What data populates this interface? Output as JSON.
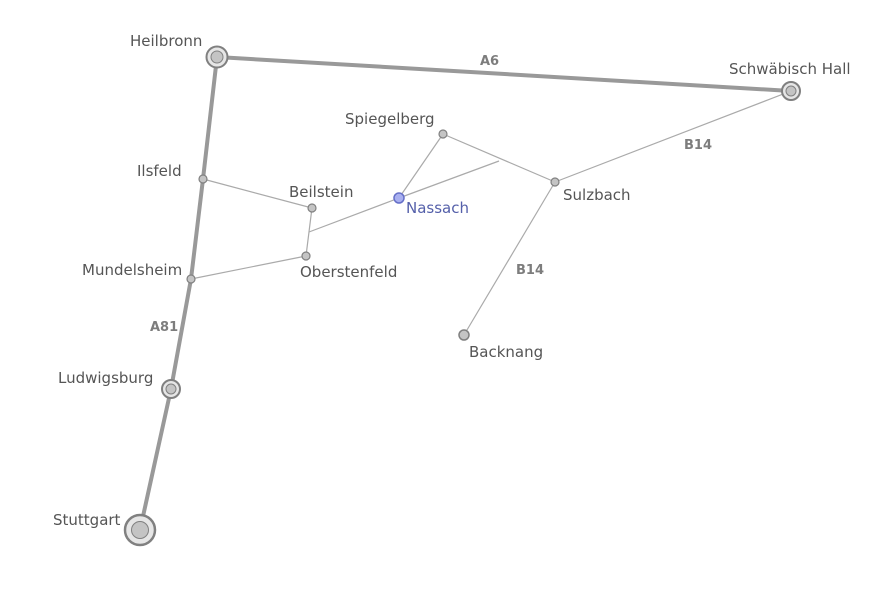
{
  "map": {
    "colors": {
      "road_major": "#999999",
      "road_minor": "#aaaaaa",
      "marker_fill": "#c4c4c4",
      "marker_stroke": "#808080",
      "highlight_fill": "#a9b0f0",
      "highlight_stroke": "#6670c8",
      "label": "#555555",
      "highlight_label": "#5560aa",
      "road_label": "#7d7d7d"
    },
    "cities": {
      "heilbronn": {
        "name": "Heilbronn",
        "size": "large"
      },
      "schwaebisch_hall": {
        "name": "Schwäbisch Hall",
        "size": "medium"
      },
      "spiegelberg": {
        "name": "Spiegelberg",
        "size": "small"
      },
      "ilsfeld": {
        "name": "Ilsfeld",
        "size": "small"
      },
      "beilstein": {
        "name": "Beilstein",
        "size": "small"
      },
      "nassach": {
        "name": "Nassach",
        "size": "small",
        "highlighted": true
      },
      "sulzbach": {
        "name": "Sulzbach",
        "size": "small"
      },
      "mundelsheim": {
        "name": "Mundelsheim",
        "size": "small"
      },
      "oberstenfeld": {
        "name": "Oberstenfeld",
        "size": "small"
      },
      "backnang": {
        "name": "Backnang",
        "size": "small"
      },
      "ludwigsburg": {
        "name": "Ludwigsburg",
        "size": "medium"
      },
      "stuttgart": {
        "name": "Stuttgart",
        "size": "large"
      }
    },
    "road_labels": {
      "a6": "A6",
      "b14_north": "B14",
      "b14_south": "B14",
      "a81": "A81"
    }
  }
}
